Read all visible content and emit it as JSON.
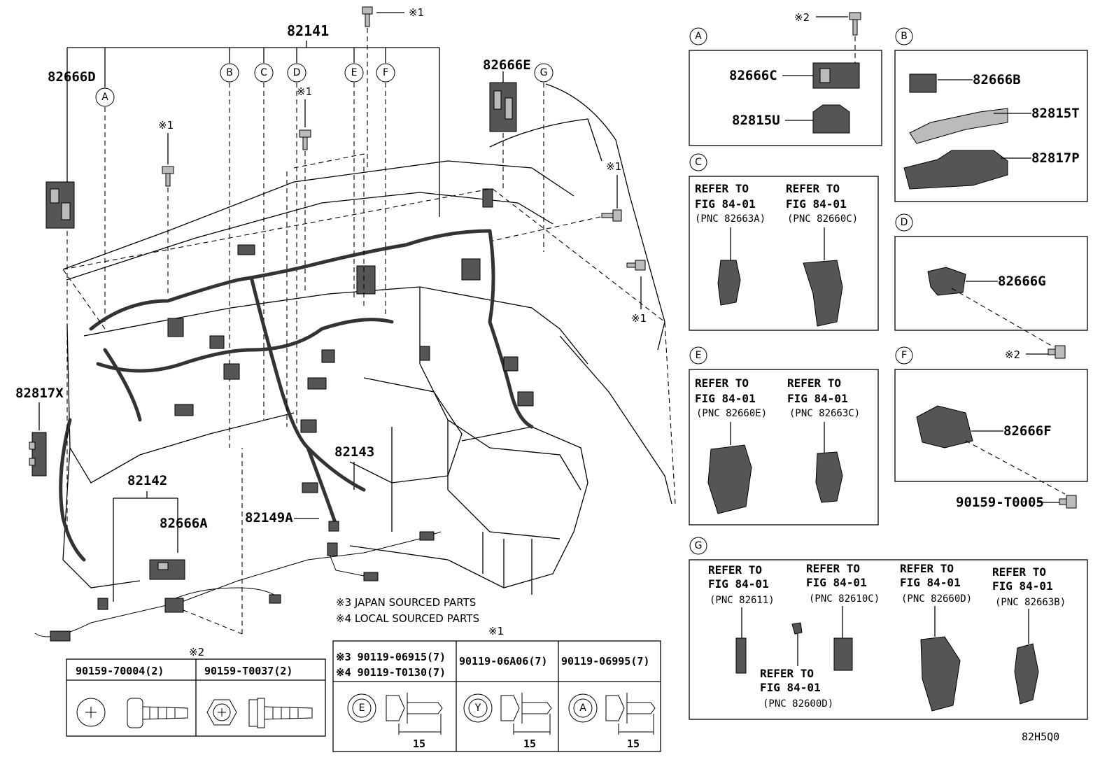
{
  "main": {
    "harness_main": "82141",
    "part_82666D": "82666D",
    "part_82666E": "82666E",
    "part_82817X": "82817X",
    "part_82142": "82142",
    "part_82666A": "82666A",
    "part_82143": "82143",
    "part_82149A": "82149A",
    "mark1": "※1",
    "mark2": "※2",
    "letters": [
      "A",
      "B",
      "C",
      "D",
      "E",
      "F",
      "G"
    ]
  },
  "notes": {
    "japan": "※3 JAPAN SOURCED PARTS",
    "local": "※4 LOCAL SOURCED PARTS"
  },
  "table2": {
    "mark": "※2",
    "col1": "90159-70004(2)",
    "col2": "90159-T0037(2)"
  },
  "table1": {
    "mark": "※1",
    "col1a": "※3 90119-06915(7)",
    "col1b": "※4 90119-T0130(7)",
    "col2": "90119-06A06(7)",
    "col3": "90119-06995(7)",
    "head1": "E",
    "head2": "Y",
    "head3": "A",
    "dim": "15"
  },
  "panels": {
    "A": {
      "letter": "A",
      "mark": "※2",
      "p1": "82666C",
      "p2": "82815U"
    },
    "B": {
      "letter": "B",
      "p1": "82666B",
      "p2": "82815T",
      "p3": "82817P"
    },
    "C": {
      "letter": "C",
      "r1a": "REFER TO",
      "r1b": "FIG 84-01",
      "r1c": "(PNC 82663A)",
      "r2a": "REFER TO",
      "r2b": "FIG 84-01",
      "r2c": "(PNC 82660C)"
    },
    "D": {
      "letter": "D",
      "p1": "82666G",
      "mark": "※2"
    },
    "E": {
      "letter": "E",
      "r1a": "REFER TO",
      "r1b": "FIG 84-01",
      "r1c": "(PNC 82660E)",
      "r2a": "REFER TO",
      "r2b": "FIG 84-01",
      "r2c": "(PNC 82663C)"
    },
    "F": {
      "letter": "F",
      "p1": "82666F",
      "p2": "90159-T0005"
    },
    "G": {
      "letter": "G",
      "r1a": "REFER TO",
      "r1b": "FIG 84-01",
      "r1c": "(PNC 82611)",
      "r2a": "REFER TO",
      "r2b": "FIG 84-01",
      "r2c": "(PNC 82610C)",
      "r3a": "REFER TO",
      "r3b": "FIG 84-01",
      "r3c": "(PNC 82660D)",
      "r4a": "REFER TO",
      "r4b": "FIG 84-01",
      "r4c": "(PNC 82663B)",
      "r5a": "REFER TO",
      "r5b": "FIG 84-01",
      "r5c": "(PNC 82600D)"
    }
  },
  "diagram_code": "82H5Q0"
}
